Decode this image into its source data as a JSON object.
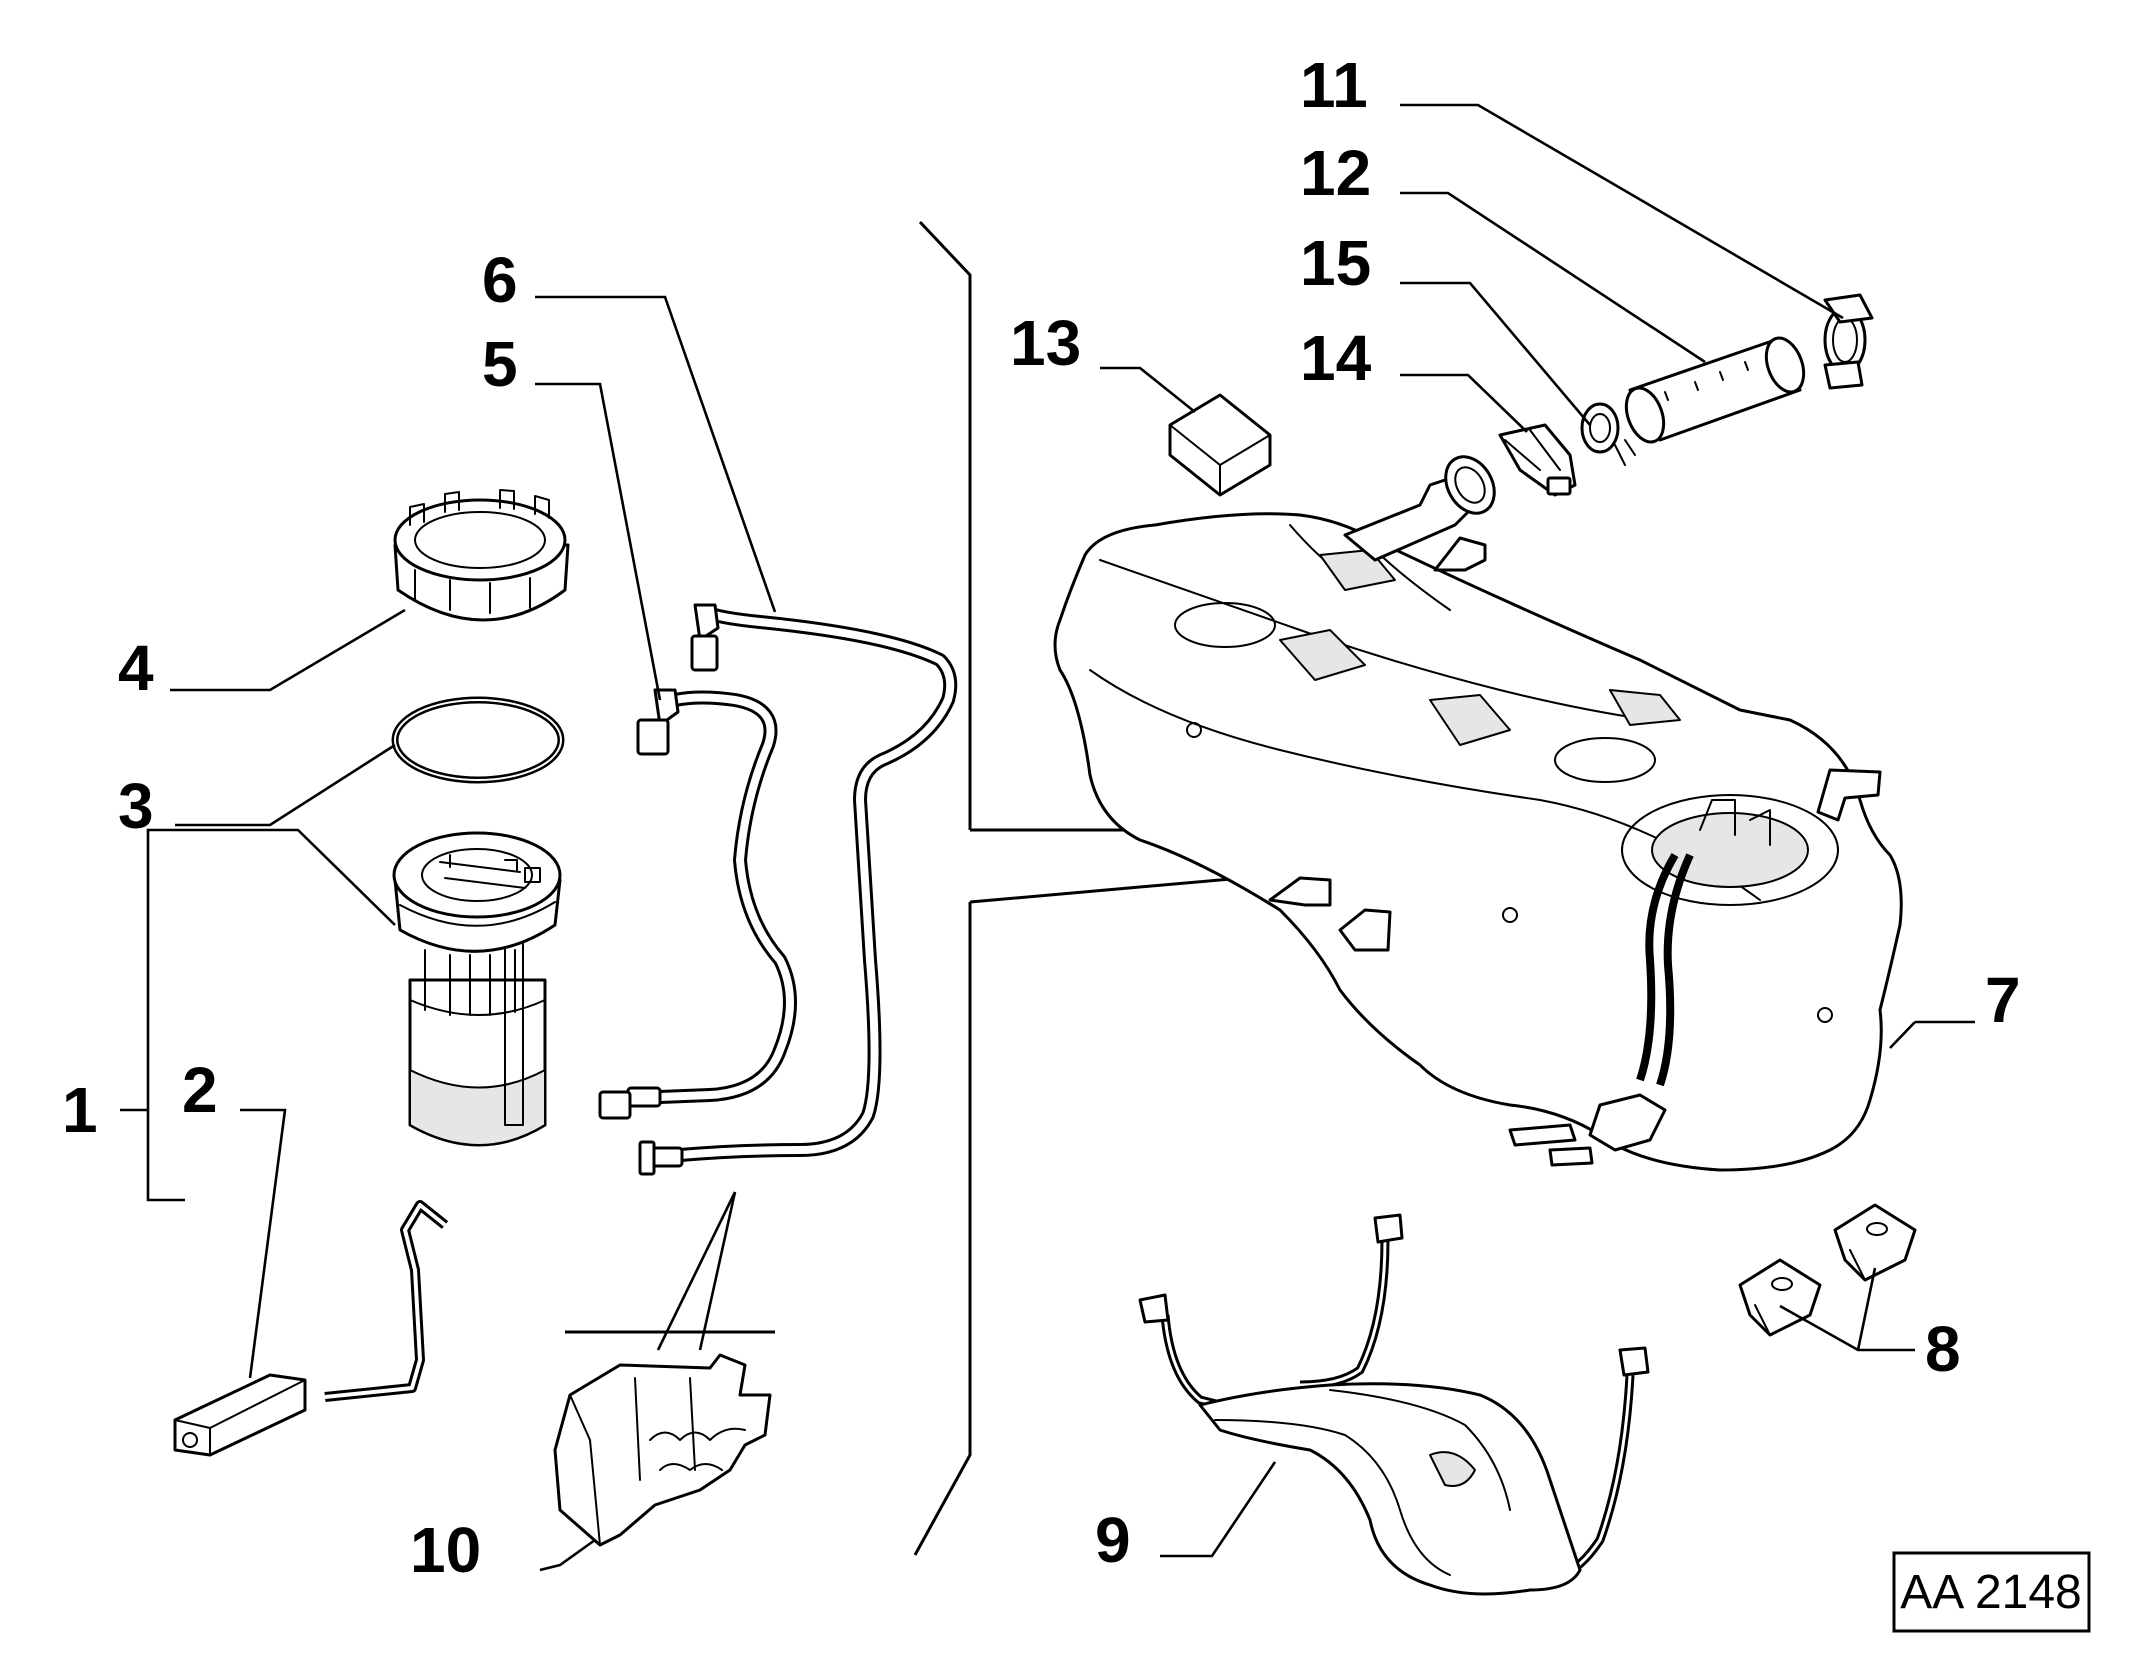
{
  "parts": [
    {
      "number": "1"
    },
    {
      "number": "2"
    },
    {
      "number": "3"
    },
    {
      "number": "4"
    },
    {
      "number": "5"
    },
    {
      "number": "6"
    },
    {
      "number": "7"
    },
    {
      "number": "8"
    },
    {
      "number": "9"
    },
    {
      "number": "10"
    },
    {
      "number": "11"
    },
    {
      "number": "12"
    },
    {
      "number": "13"
    },
    {
      "number": "14"
    },
    {
      "number": "15"
    }
  ],
  "reference_code": "AA 2148"
}
